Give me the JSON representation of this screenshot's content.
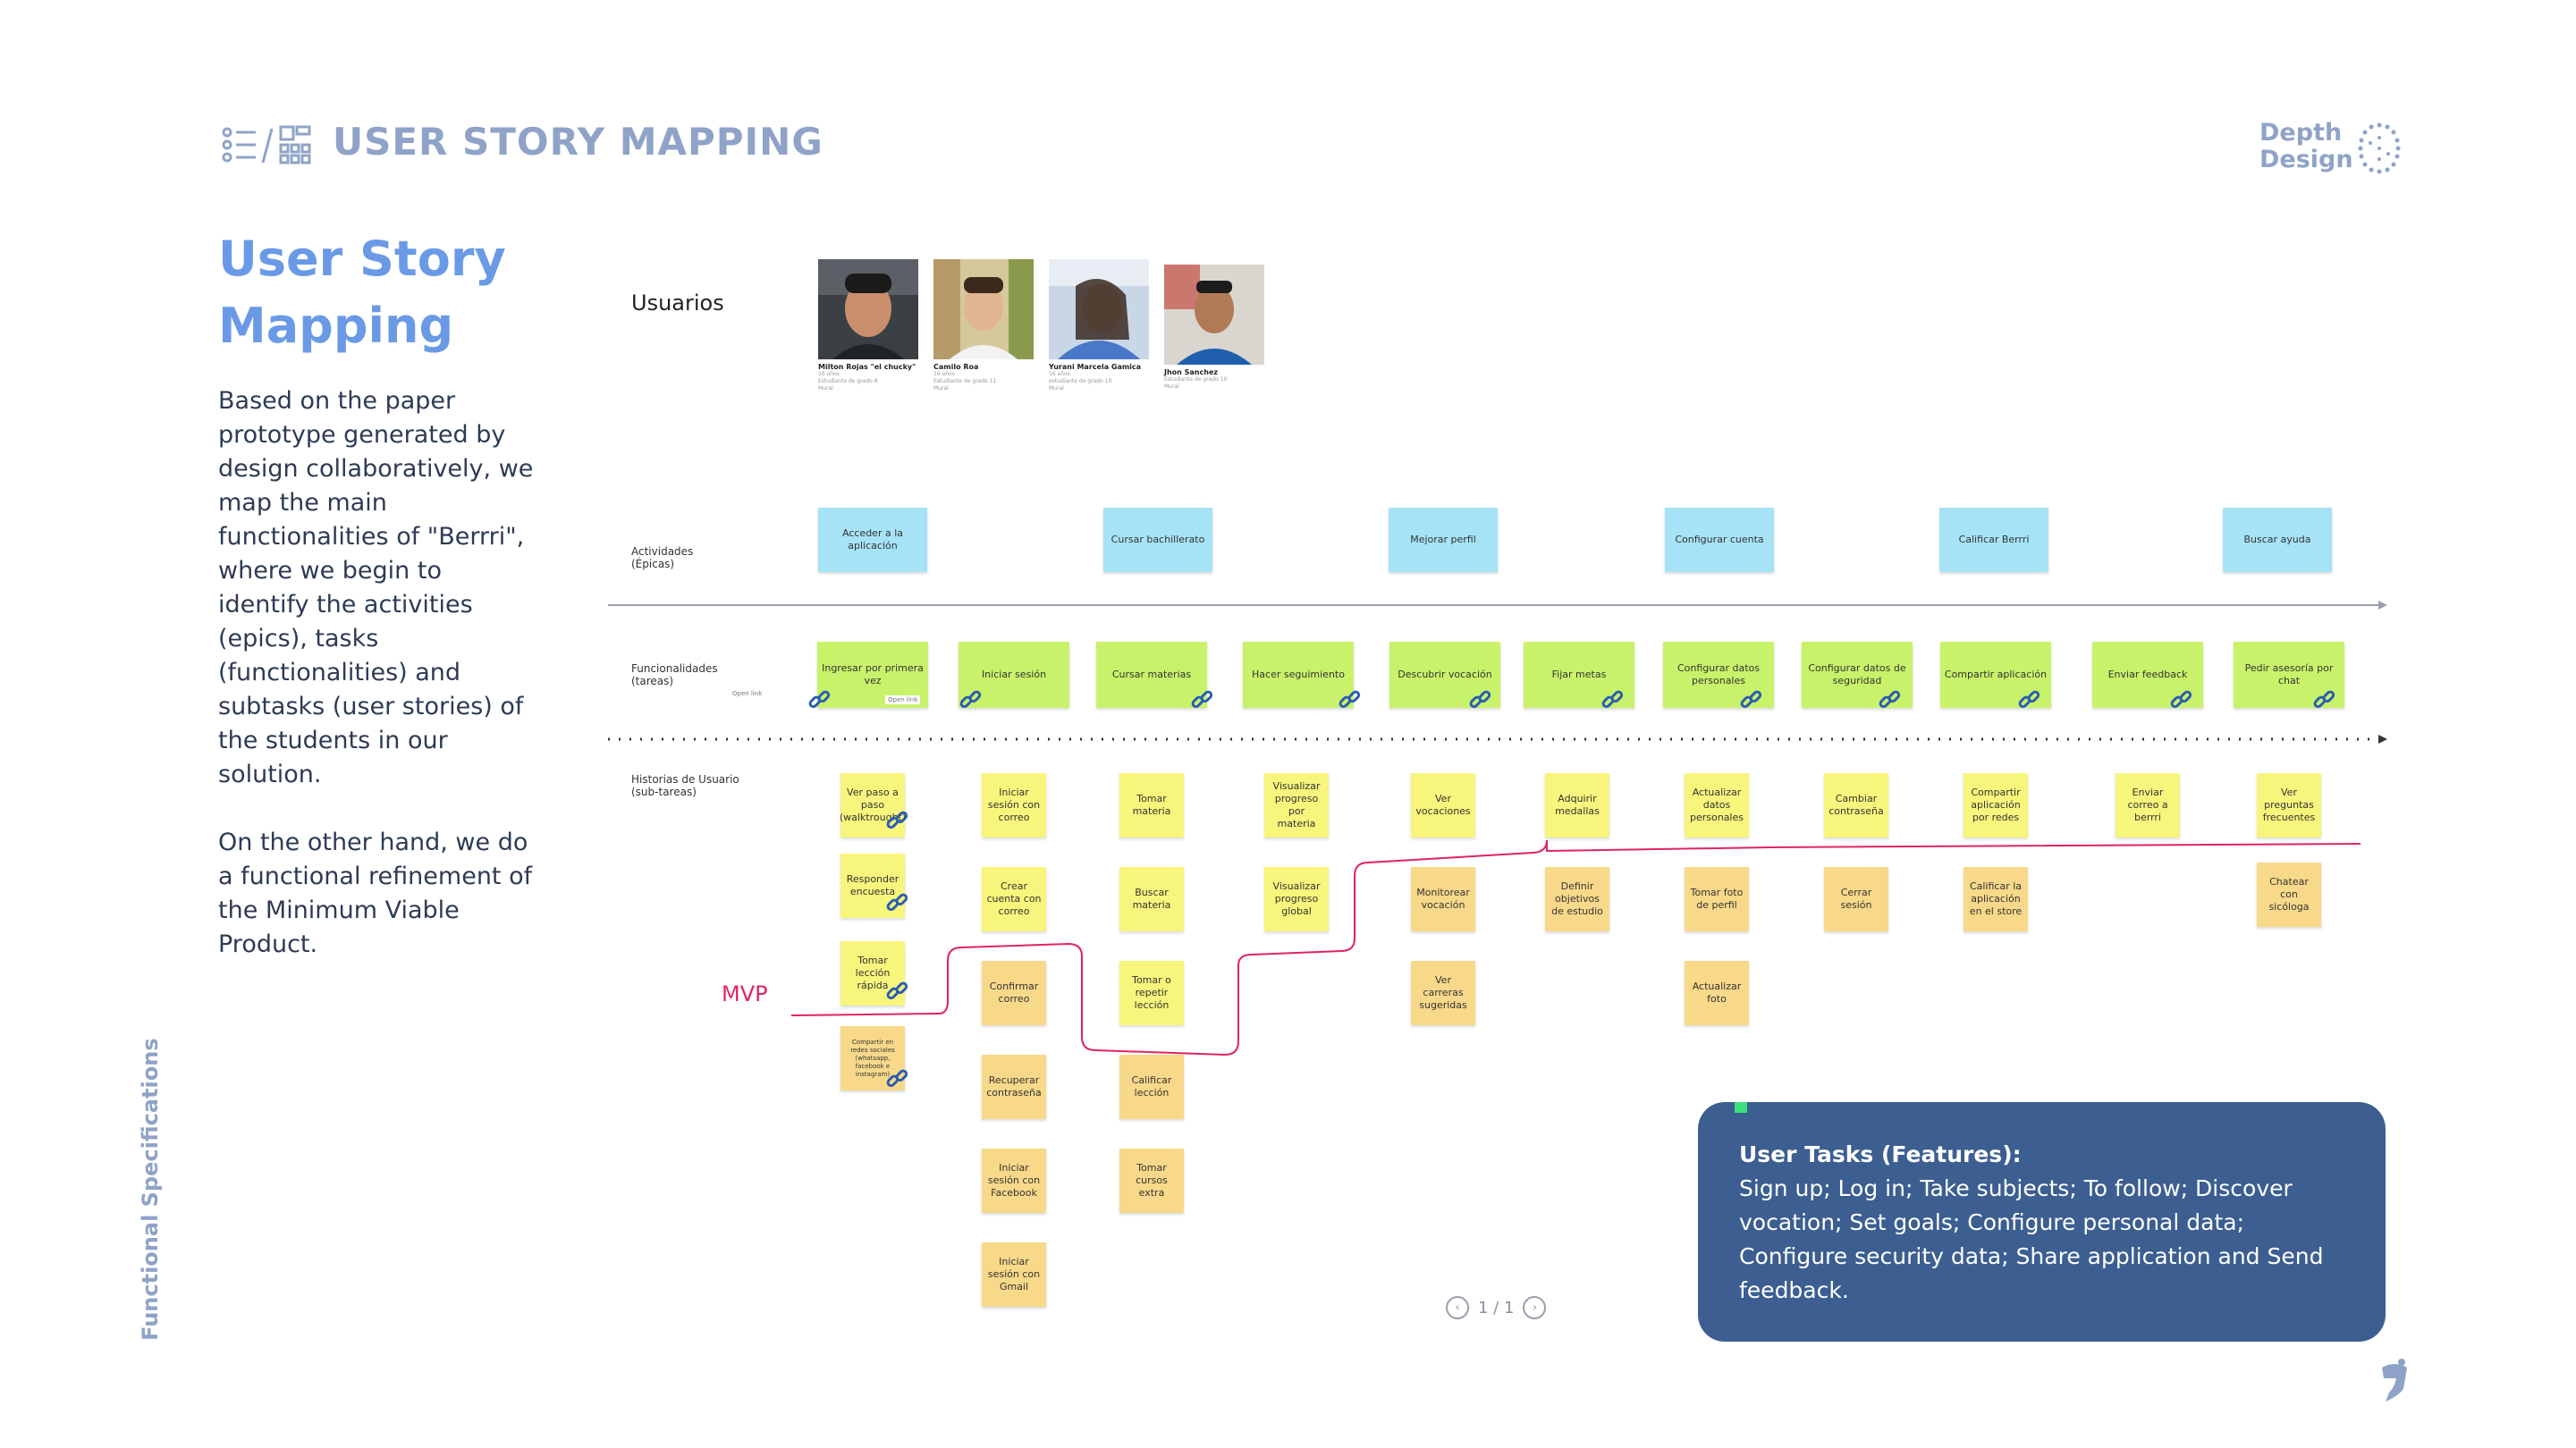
{
  "header": {
    "title": "USER STORY MAPPING",
    "separator": "/",
    "brand_line1": "Depth",
    "brand_line2": "Design"
  },
  "left": {
    "title_line1": "User Story",
    "title_line2": "Mapping",
    "paragraph1": "Based on the paper prototype generated by design collaboratively, we map the main functionalities of \"Berrri\", where we begin to identify the activities (epics), tasks (functionalities) and subtasks (user stories) of the students in our solution.",
    "paragraph2": "On the other hand, we do a functional refinement of the Minimum Viable Product."
  },
  "side_label": "Functional Specifications",
  "board": {
    "users_label": "Usuarios",
    "activities_label": "Actividades\n(Épicas)",
    "tasks_label": "Funcionalidades\n(tareas)",
    "stories_label": "Historias de Usuario\n(sub-tareas)",
    "mvp_label": "MVP",
    "users": [
      {
        "name": "Milton Rojas \"el chucky\"",
        "sub1": "16 años",
        "sub2": "Estudiante de grado 8",
        "tag": "Mural"
      },
      {
        "name": "Camilo Roa",
        "sub1": "16 años",
        "sub2": "Estudiante de grado 11",
        "tag": "Mural"
      },
      {
        "name": "Yurani Marcela Gamica",
        "sub1": "16 años",
        "sub2": "estudiante de grado 10",
        "tag": "Mural"
      },
      {
        "name": "Jhon Sanchez",
        "sub1": "",
        "sub2": "Estudiante de grado 10",
        "tag": "Mural"
      }
    ],
    "epics": [
      "Acceder a la aplicación",
      "Cursar bachillerato",
      "Mejorar perfil",
      "Configurar cuenta",
      "Calificar Berrri",
      "Buscar ayuda"
    ],
    "tasks": [
      "Ingresar por primera vez",
      "Iniciar sesión",
      "Cursar materias",
      "Hacer seguimiento",
      "Descubrir vocación",
      "Fijar metas",
      "Configurar datos personales",
      "Configurar datos de seguridad",
      "Compartir aplicación",
      "Enviar feedback",
      "Pedir asesoría por chat"
    ],
    "task0_small": "Open link",
    "task0_small2": "Open link",
    "stories": [
      [
        "Ver paso a paso (walktrought)",
        "Responder encuesta",
        "Tomar lección rápida",
        "Compartir en redes sociales (whatsapp, facebook e instagram)"
      ],
      [
        "Iniciar sesión con correo",
        "Crear cuenta con correo",
        "Confirmar correo",
        "Recuperar contraseña",
        "Iniciar sesión con Facebook",
        "Iniciar sesión con Gmail"
      ],
      [
        "Tomar materia",
        "Buscar materia",
        "Tomar o repetir lección",
        "Calificar lección",
        "Tomar cursos extra"
      ],
      [
        "Visualizar progreso por materia",
        "Visualizar progreso global"
      ],
      [
        "Ver vocaciones",
        "Monitorear vocación",
        "Ver carreras sugeridas"
      ],
      [
        "Adquirir medallas",
        "Definir objetivos de estudio"
      ],
      [
        "Actualizar datos personales",
        "Tomar foto de perfil",
        "Actualizar foto"
      ],
      [
        "Cambiar contraseña",
        "Cerrar sesión"
      ],
      [
        "Compartir aplicación por redes",
        "Calificar la aplicación en el store"
      ],
      [
        "Enviar correo a berrri"
      ],
      [
        "Ver preguntas frecuentes",
        "Chatear con sicóloga"
      ]
    ]
  },
  "info": {
    "title": "User Tasks (Features):",
    "text": "Sign up; Log in; Take subjects; To follow; Discover vocation; Set goals; Configure personal data; Configure security data; Share application and Send feedback."
  },
  "pager": {
    "label": "1 / 1",
    "prev": "‹",
    "next": "›"
  },
  "colors": {
    "accent": "#6a9ae6",
    "header_gray": "#8fa3c8",
    "info_bg": "#3c5e91",
    "mvp_line": "#e0245e",
    "epic": "#a6e3f7",
    "task": "#c9f26b",
    "story": "#f8f57d",
    "story_out": "#f8d98a"
  },
  "icons": [
    "list-icon",
    "grid-icon",
    "dots-circle-icon",
    "link-icon",
    "chevron-left-icon",
    "chevron-right-icon",
    "brand-mark-icon"
  ]
}
